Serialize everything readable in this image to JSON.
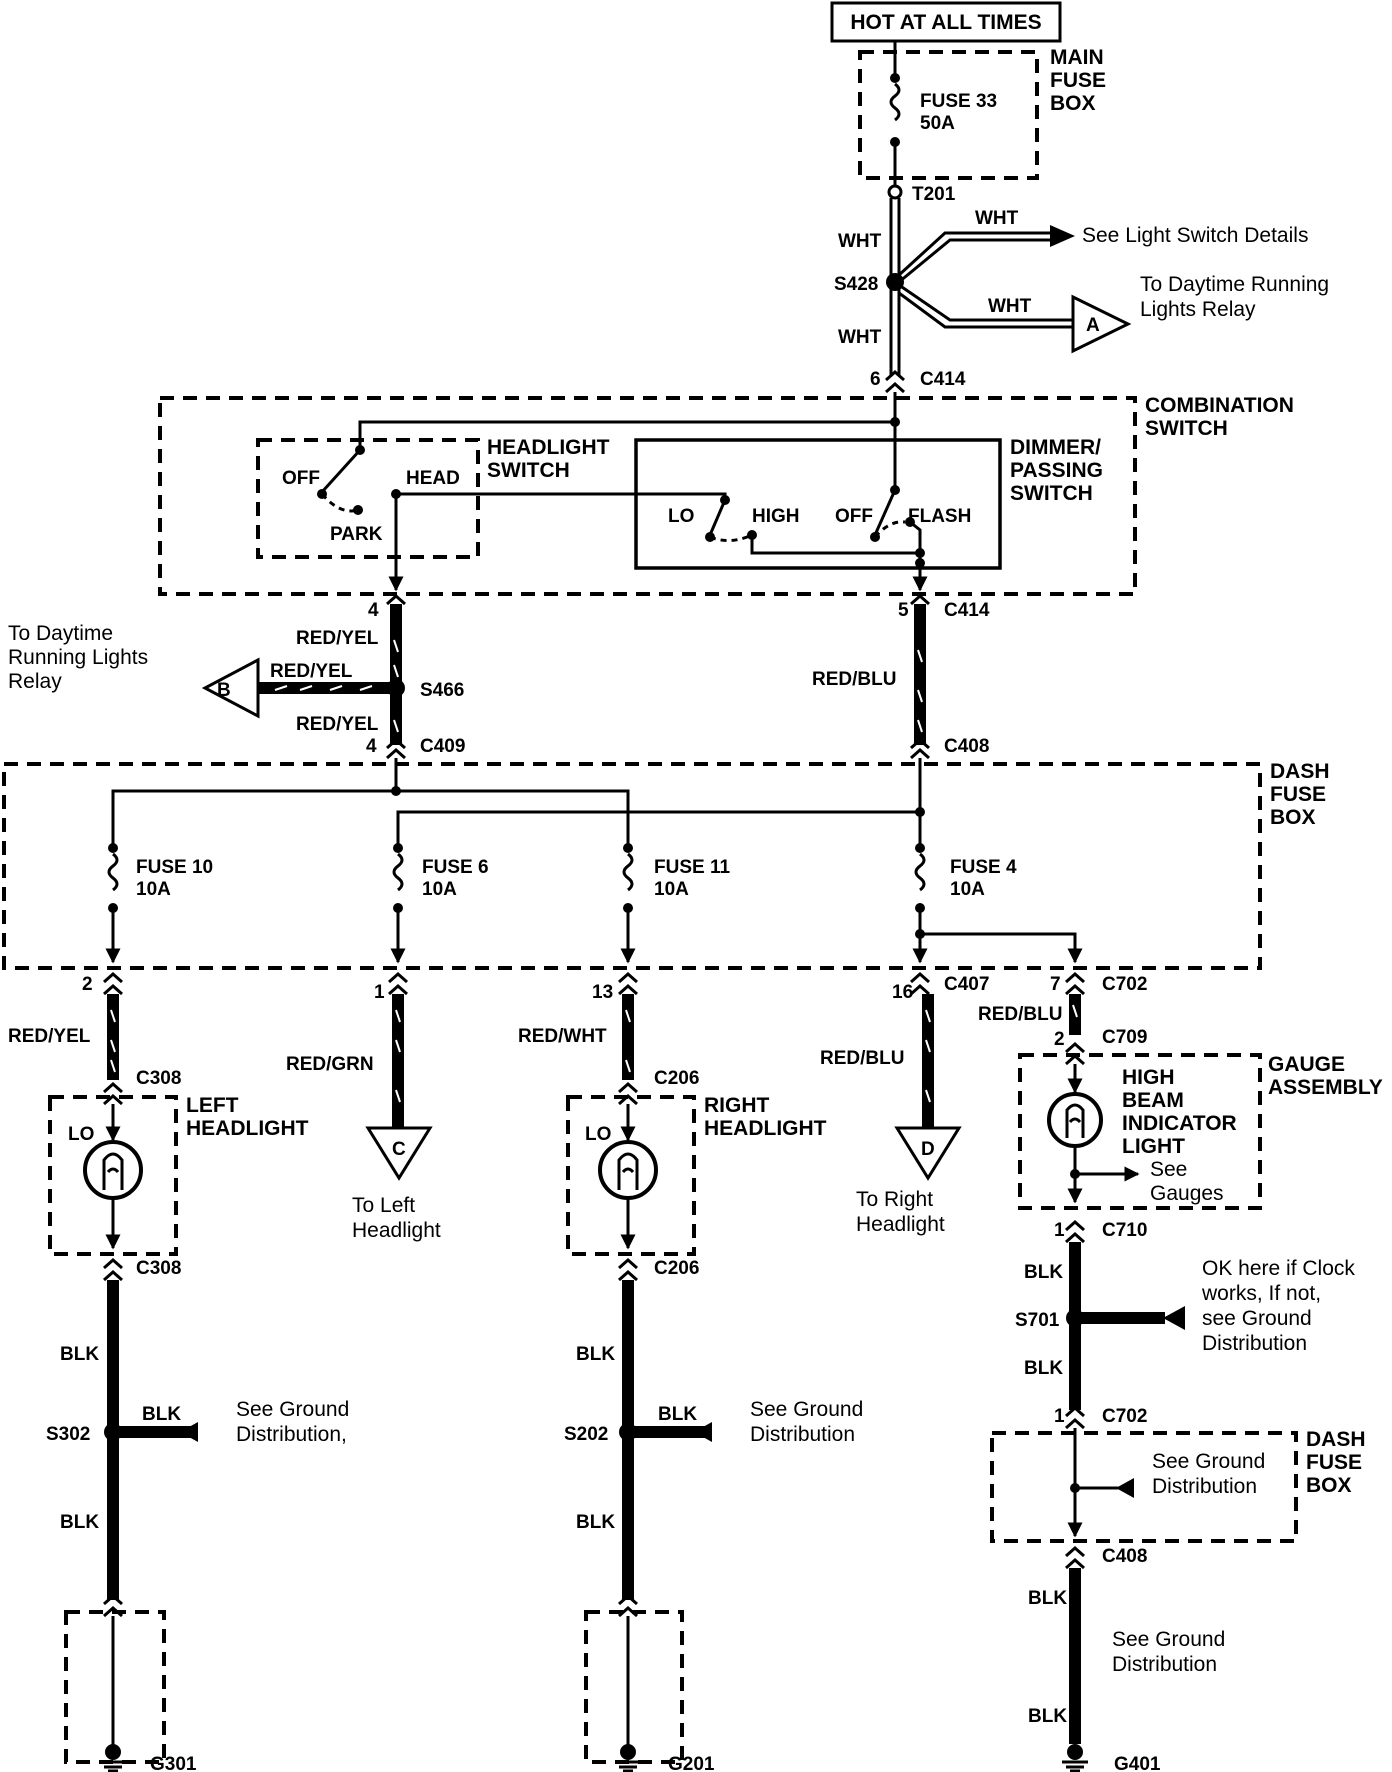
{
  "power": {
    "hot_label": "HOT AT ALL TIMES",
    "main_fuse_box": [
      "MAIN",
      "FUSE",
      "BOX"
    ],
    "fuse33_name": "FUSE 33",
    "fuse33_rating": "50A",
    "t201": "T201",
    "s428": "S428",
    "wht": "WHT",
    "see_light_switch": "See Light Switch Details",
    "to_drl_relay_a": [
      "To Daytime Running",
      "Lights Relay"
    ],
    "connector_a": "A"
  },
  "combination_switch": {
    "label": [
      "COMBINATION",
      "SWITCH"
    ],
    "c414_top": "C414",
    "c414_pin_top": "6",
    "headlight_switch": [
      "HEADLIGHT",
      "SWITCH"
    ],
    "off": "OFF",
    "head": "HEAD",
    "park": "PARK",
    "dimmer": [
      "DIMMER/",
      "PASSING",
      "SWITCH"
    ],
    "lo": "LO",
    "high": "HIGH",
    "off2": "OFF",
    "flash": "FLASH",
    "pin4": "4",
    "pin5": "5",
    "c414_bottom": "C414"
  },
  "mid_wiring": {
    "red_yel": "RED/YEL",
    "red_blu": "RED/BLU",
    "s466": "S466",
    "connector_b": "B",
    "to_drl_relay_b": [
      "To Daytime",
      "Running Lights",
      "Relay"
    ],
    "c409": "C409",
    "c408": "C408",
    "pin4": "4"
  },
  "dash_fuse_box": {
    "label": [
      "DASH",
      "FUSE",
      "BOX"
    ],
    "fuses": [
      {
        "name": "FUSE 10",
        "rating": "10A"
      },
      {
        "name": "FUSE 6",
        "rating": "10A"
      },
      {
        "name": "FUSE 11",
        "rating": "10A"
      },
      {
        "name": "FUSE 4",
        "rating": "10A"
      }
    ],
    "c407": "C407",
    "c702": "C702",
    "pins": [
      "2",
      "1",
      "13",
      "16",
      "7"
    ]
  },
  "outputs": {
    "red_yel": "RED/YEL",
    "red_grn": "RED/GRN",
    "red_wht": "RED/WHT",
    "red_blu": "RED/BLU",
    "red_blu2": "RED/BLU",
    "connector_c": "C",
    "connector_d": "D",
    "to_left_headlight": [
      "To Left",
      "Headlight"
    ],
    "to_right_headlight": [
      "To Right",
      "Headlight"
    ],
    "c709": "C709",
    "pin2": "2"
  },
  "left_headlight": {
    "label": [
      "LEFT",
      "HEADLIGHT"
    ],
    "lo": "LO",
    "c308_top": "C308",
    "c308_bottom": "C308",
    "blk": "BLK",
    "s302": "S302",
    "see_ground": [
      "See Ground",
      "Distribution,"
    ],
    "g301": "G301"
  },
  "right_headlight": {
    "label": [
      "RIGHT",
      "HEADLIGHT"
    ],
    "lo": "LO",
    "c206_top": "C206",
    "c206_bottom": "C206",
    "blk": "BLK",
    "s202": "S202",
    "see_ground": [
      "See Ground",
      "Distribution"
    ],
    "g201": "G201"
  },
  "gauge": {
    "label": [
      "GAUGE",
      "ASSEMBLY"
    ],
    "indicator": [
      "HIGH",
      "BEAM",
      "INDICATOR",
      "LIGHT"
    ],
    "see_gauges": [
      "See",
      "Gauges"
    ],
    "c710": "C710",
    "pin1": "1",
    "blk": "BLK",
    "s701": "S701",
    "ok_note": [
      "OK here if Clock",
      "works, If not,",
      "see Ground",
      "Distribution"
    ],
    "c702": "C702",
    "pin1b": "1",
    "dash_fuse_box": [
      "DASH",
      "FUSE",
      "BOX"
    ],
    "see_ground": [
      "See Ground",
      "Distribution"
    ],
    "c408": "C408",
    "see_ground2": [
      "See Ground",
      "Distribution"
    ],
    "g401": "G401"
  }
}
